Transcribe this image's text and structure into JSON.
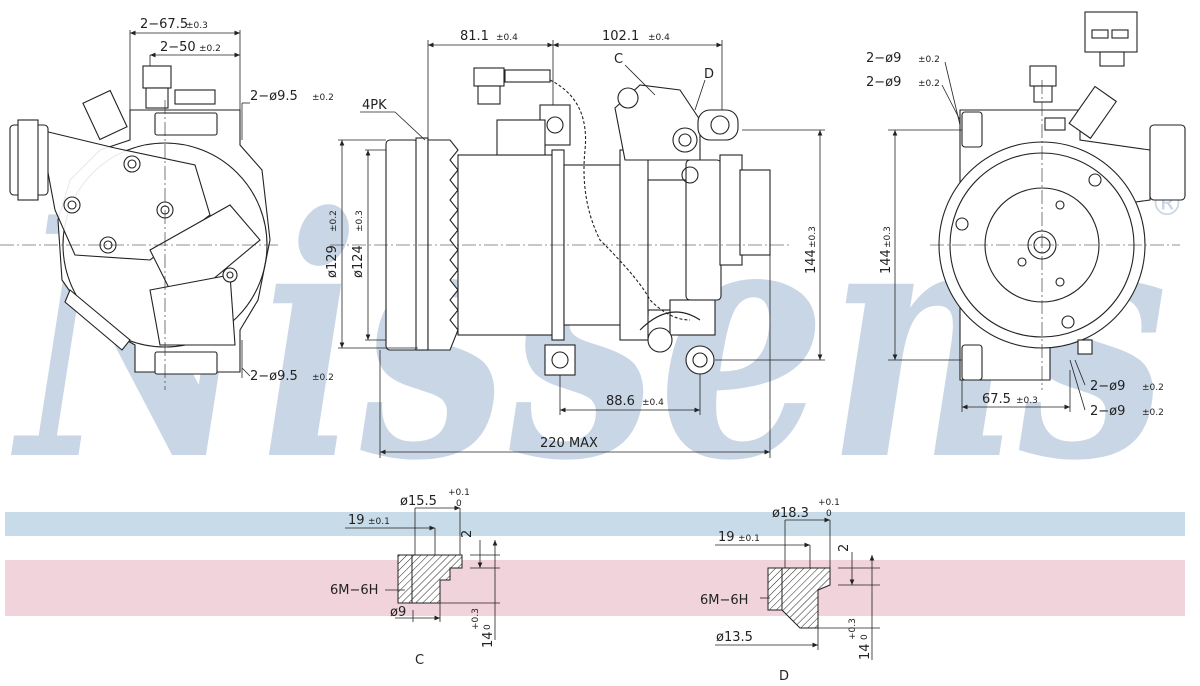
{
  "brand": {
    "watermark": "Nissens",
    "registered_mark": "®",
    "watermark_color": "#c9d6e6",
    "band_blue": "#c7dbe8",
    "band_pink": "#f1d3db"
  },
  "left_view": {
    "dim_top_1": "2−67.5",
    "dim_top_1_tol": "±0.3",
    "dim_top_2": "2−50",
    "dim_top_2_tol": "±0.2",
    "dim_hole_top": "2−ø9.5",
    "dim_hole_top_tol": "±0.2",
    "dim_hole_bottom": "2−ø9.5",
    "dim_hole_bottom_tol": "±0.2"
  },
  "middle_view": {
    "pulley_label": "4PK",
    "dim_81": "81.1",
    "dim_81_tol": "±0.4",
    "dim_102": "102.1",
    "dim_102_tol": "±0.4",
    "label_c": "C",
    "label_d": "D",
    "dim_dia129": "ø129",
    "dim_dia129_tol": "±0.2",
    "dim_dia124": "ø124",
    "dim_dia124_tol": "±0.3",
    "dim_144": "144",
    "dim_144_tol": "±0.3",
    "dim_88": "88.6",
    "dim_88_tol": "±0.4",
    "dim_220": "220 MAX"
  },
  "right_view": {
    "dim_hole_1": "2−ø9",
    "dim_hole_1_tol": "±0.2",
    "dim_hole_2": "2−ø9",
    "dim_hole_2_tol": "±0.2",
    "dim_hole_3": "2−ø9",
    "dim_hole_3_tol": "±0.2",
    "dim_hole_4": "2−ø9",
    "dim_hole_4_tol": "±0.2",
    "dim_144": "144",
    "dim_144_tol": "±0.3",
    "dim_67": "67.5",
    "dim_67_tol": "±0.3"
  },
  "detail_c": {
    "caption": "C",
    "dia_top": "ø15.5",
    "dia_top_tol_up": "+0.1",
    "dia_top_tol_lo": "0",
    "depth": "19",
    "depth_tol": "±0.1",
    "side": "2",
    "thread": "6M−6H",
    "dia_bottom": "ø9",
    "height": "14",
    "height_tol_up": "+0.3",
    "height_tol_lo": "0"
  },
  "detail_d": {
    "caption": "D",
    "dia_top": "ø18.3",
    "dia_top_tol_up": "+0.1",
    "dia_top_tol_lo": "0",
    "depth": "19",
    "depth_tol": "±0.1",
    "side": "2",
    "thread": "6M−6H",
    "dia_bottom": "ø13.5",
    "height": "14",
    "height_tol_up": "+0.3",
    "height_tol_lo": "0"
  }
}
